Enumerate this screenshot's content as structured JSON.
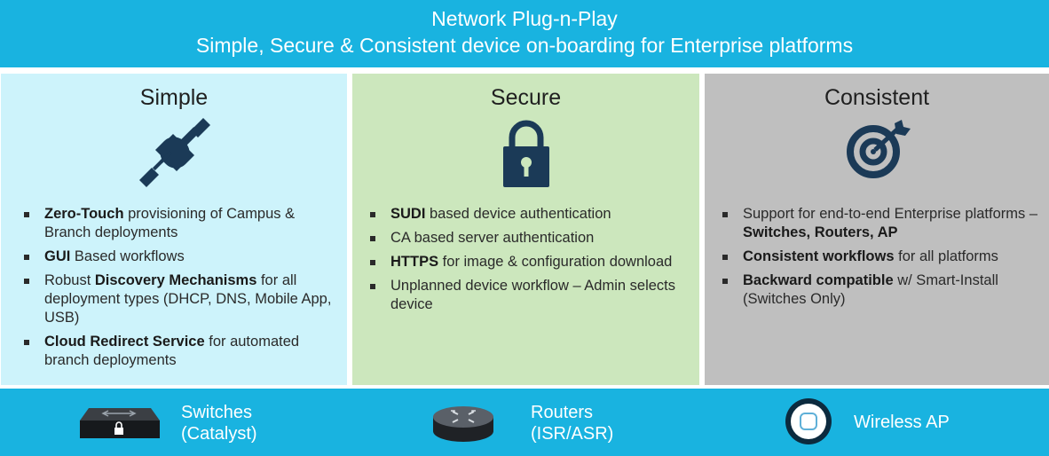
{
  "header": {
    "title": "Network Plug-n-Play",
    "subtitle": "Simple, Secure & Consistent device on-boarding for Enterprise platforms"
  },
  "panels": {
    "simple": {
      "title": "Simple",
      "icon": "plug-icon",
      "color": "#cdf3fb",
      "bullets": [
        {
          "bold": "Zero-Touch",
          "text": " provisioning of Campus & Branch deployments"
        },
        {
          "bold": "GUI",
          "text": " Based workflows"
        },
        {
          "pre": "Robust ",
          "bold": "Discovery Mechanisms",
          "text": " for all deployment types (DHCP, DNS, Mobile App, USB)"
        },
        {
          "bold": "Cloud Redirect Service",
          "text": " for automated branch deployments"
        }
      ]
    },
    "secure": {
      "title": "Secure",
      "icon": "lock-icon",
      "color": "#cce7bd",
      "bullets": [
        {
          "bold": "SUDI",
          "text": " based device authentication"
        },
        {
          "bold": "",
          "text": "CA based server authentication"
        },
        {
          "bold": "HTTPS",
          "text": " for image & configuration download"
        },
        {
          "bold": "",
          "text": "Unplanned device workflow – Admin selects device"
        }
      ]
    },
    "consistent": {
      "title": "Consistent",
      "icon": "target-icon",
      "color": "#bfbfbf",
      "bullets": [
        {
          "pre": "Support for end-to-end Enterprise platforms – ",
          "bold": "Switches, Routers, AP",
          "text": ""
        },
        {
          "bold": "Consistent workflows",
          "text": " for all platforms"
        },
        {
          "bold": "Backward compatible",
          "text": " w/ Smart-Install (Switches Only)"
        }
      ]
    }
  },
  "footer": {
    "color": "#19b3e0",
    "devices": [
      {
        "icon": "switch-icon",
        "name": "Switches",
        "sub": "(Catalyst)"
      },
      {
        "icon": "router-icon",
        "name": "Routers",
        "sub": "(ISR/ASR)"
      },
      {
        "icon": "wireless-ap-icon",
        "name": "Wireless AP",
        "sub": ""
      }
    ]
  }
}
